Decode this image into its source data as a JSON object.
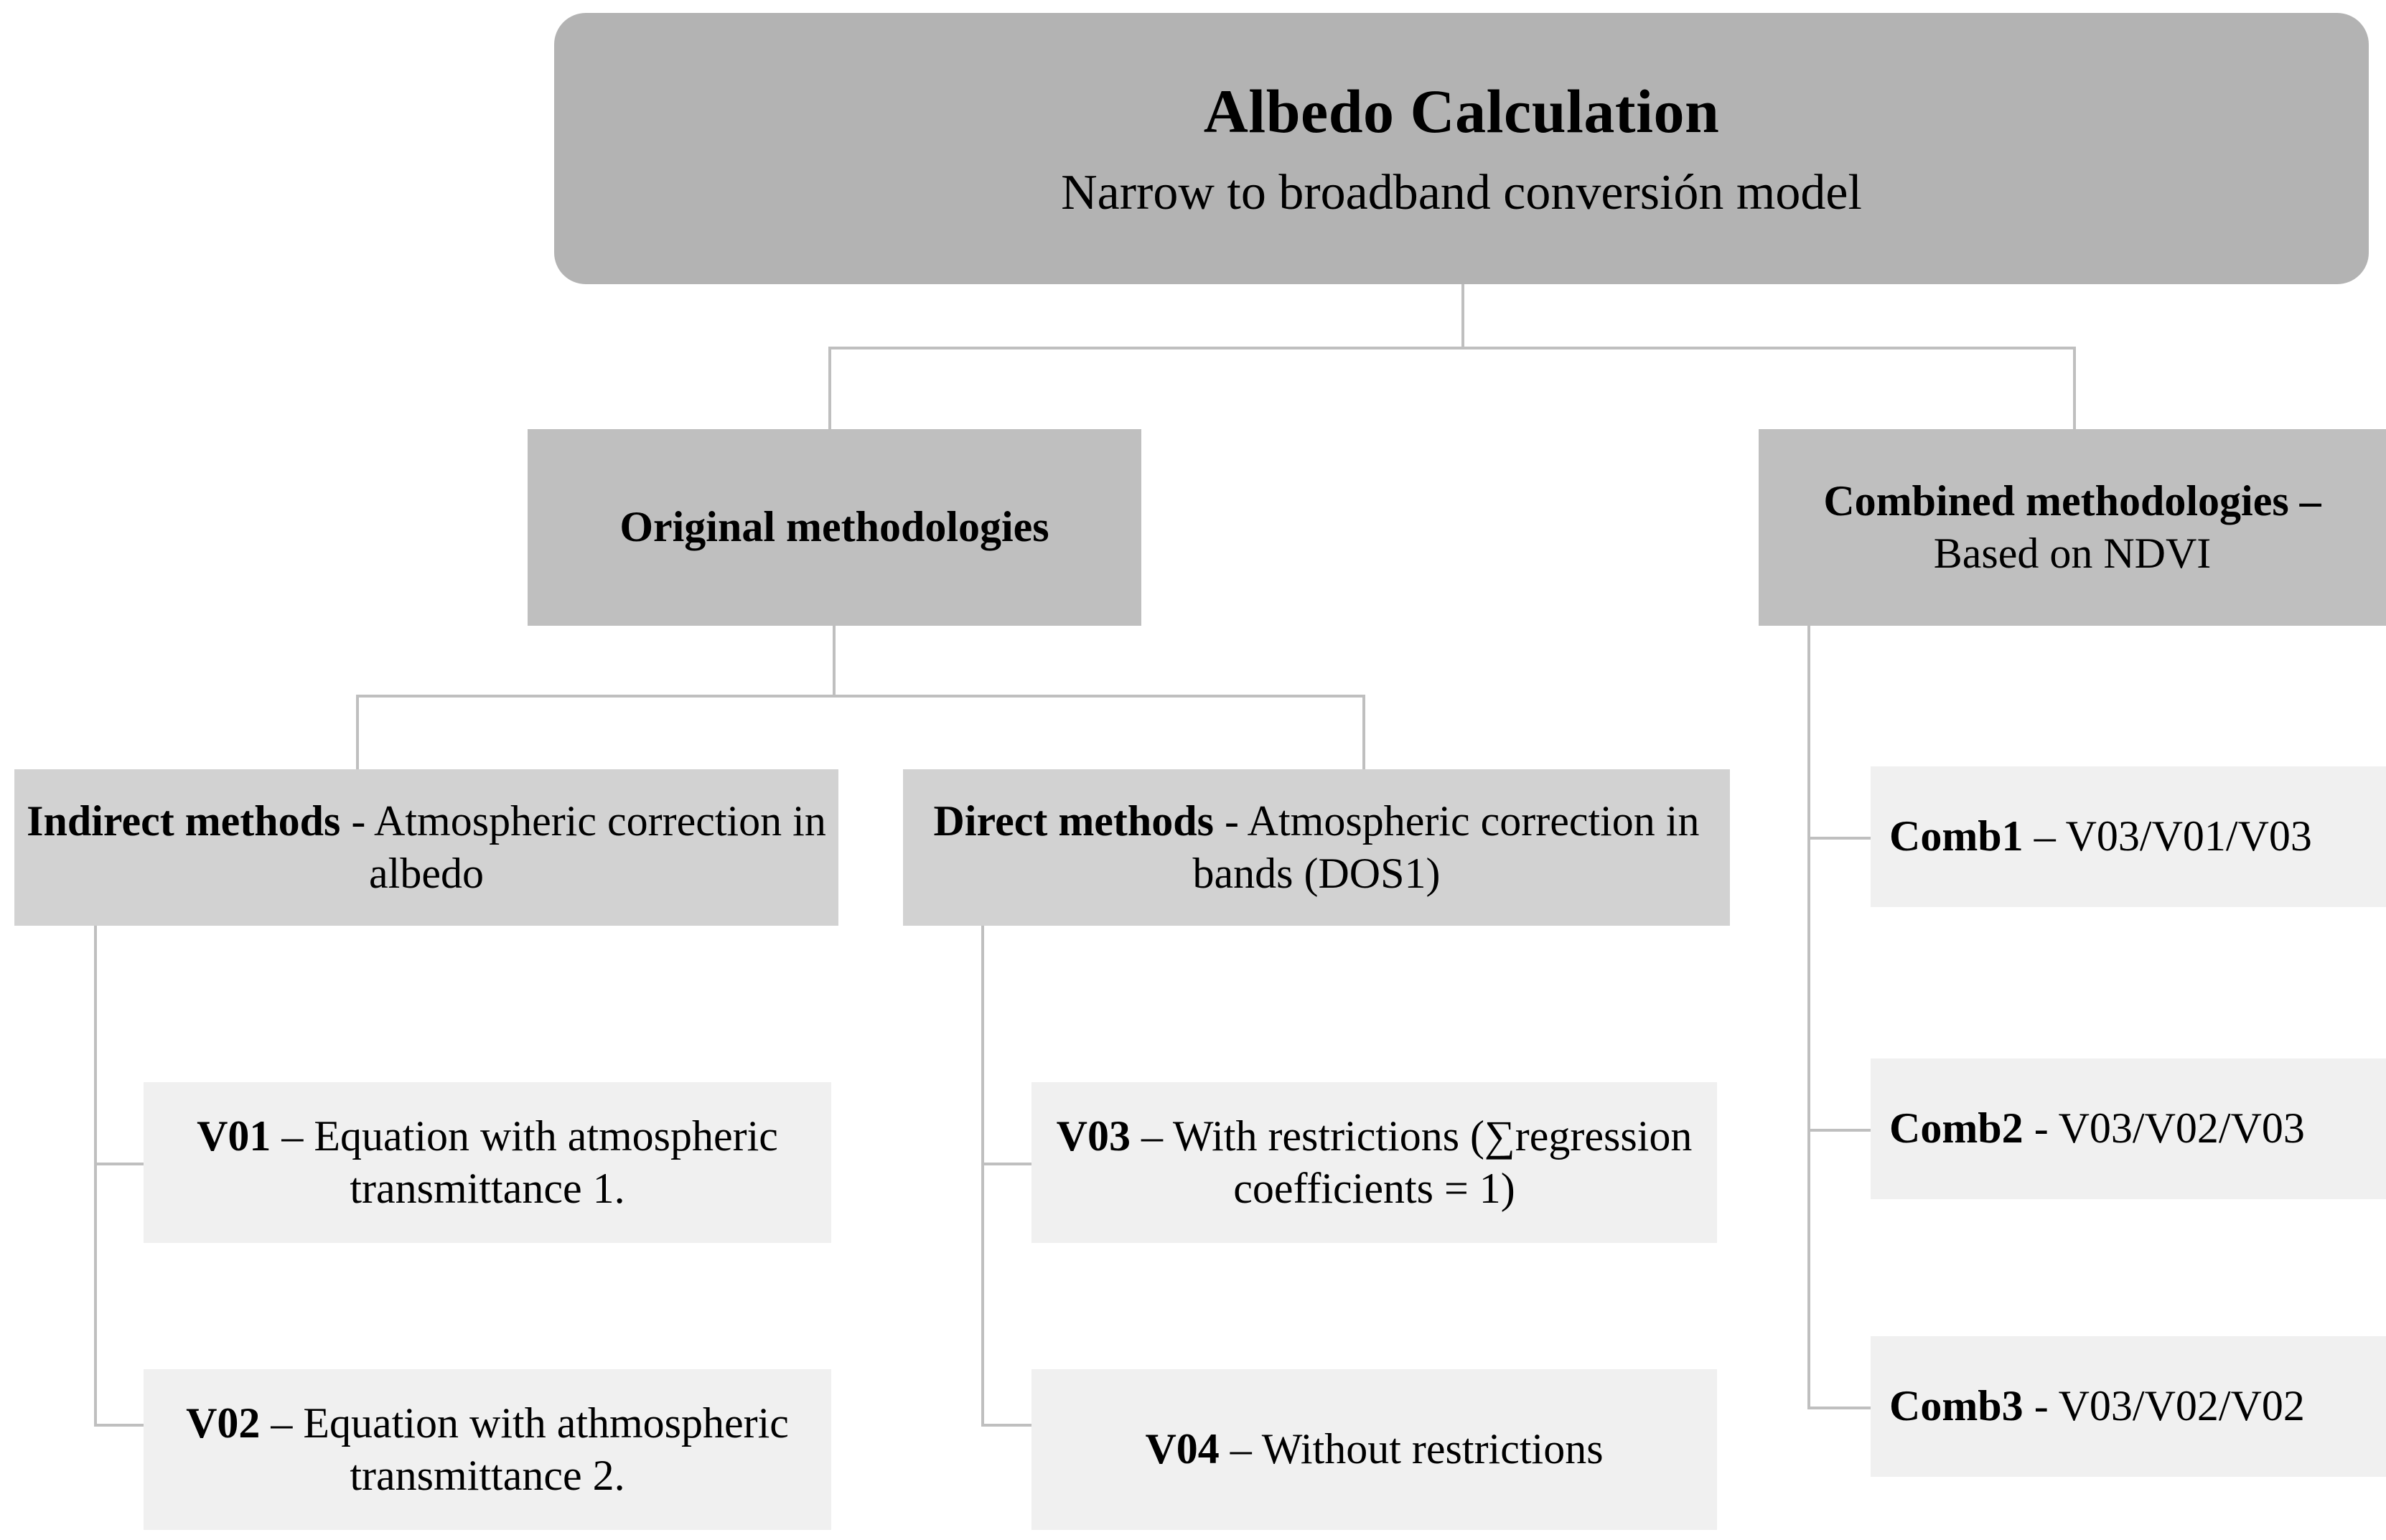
{
  "diagram": {
    "title": "Albedo Calculation flowchart",
    "root": {
      "title": "Albedo Calculation",
      "subtitle": "Narrow to broadband conversión model"
    },
    "branches": {
      "original": {
        "label": "Original methodologies"
      },
      "combined": {
        "label_line1": "Combined methodologies –",
        "label_line2": "Based on NDVI"
      }
    },
    "methods": {
      "indirect": {
        "bold": "Indirect methods",
        "rest": " - Atmospheric correction in albedo"
      },
      "direct": {
        "bold": "Direct methods",
        "rest": " - Atmospheric correction in bands (DOS1)"
      }
    },
    "leaves": {
      "v01": {
        "bold": "V01",
        "rest": " – Equation with atmospheric transmittance 1."
      },
      "v02": {
        "bold": "V02",
        "rest": " – Equation with athmospheric transmittance 2."
      },
      "v03": {
        "bold": "V03",
        "rest": " – With restrictions (∑regression coefficients = 1)"
      },
      "v04": {
        "bold": "V04",
        "rest": " – Without restrictions"
      },
      "comb1": {
        "bold": "Comb1",
        "rest": " – V03/V01/V03"
      },
      "comb2": {
        "bold": "Comb2",
        "rest": " - V03/V02/V03"
      },
      "comb3": {
        "bold": "Comb3",
        "rest": " - V03/V02/V02"
      }
    },
    "colors": {
      "root_fill": "#b3b3b3",
      "level2_fill": "#bfbfbf",
      "level3_fill": "#d2d2d2",
      "leaf_fill": "#f0f0f0",
      "connector": "#bfbfbf",
      "text": "#000000",
      "background": "#ffffff"
    }
  }
}
